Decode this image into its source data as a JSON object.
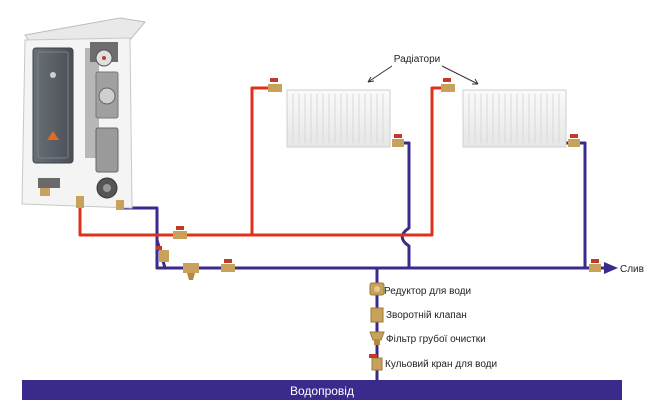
{
  "title_label": "Радіатори",
  "drain_label": "Слив",
  "water_main_label": "Водопровід",
  "components": [
    {
      "name": "reducer",
      "label": "Редуктор для води"
    },
    {
      "name": "check-valve",
      "label": "Зворотній  клапан"
    },
    {
      "name": "coarse-filter",
      "label": "Фільтр грубої очистки"
    },
    {
      "name": "ball-valve",
      "label": "Кульовий кран для води"
    }
  ],
  "colors": {
    "supply": "#e0301e",
    "return": "#3a2a8c",
    "water_main": "#3a2a8c",
    "boiler_case": "#f2f2f2",
    "boiler_panel": "#5a5f66",
    "brass": "#c8a25a"
  }
}
